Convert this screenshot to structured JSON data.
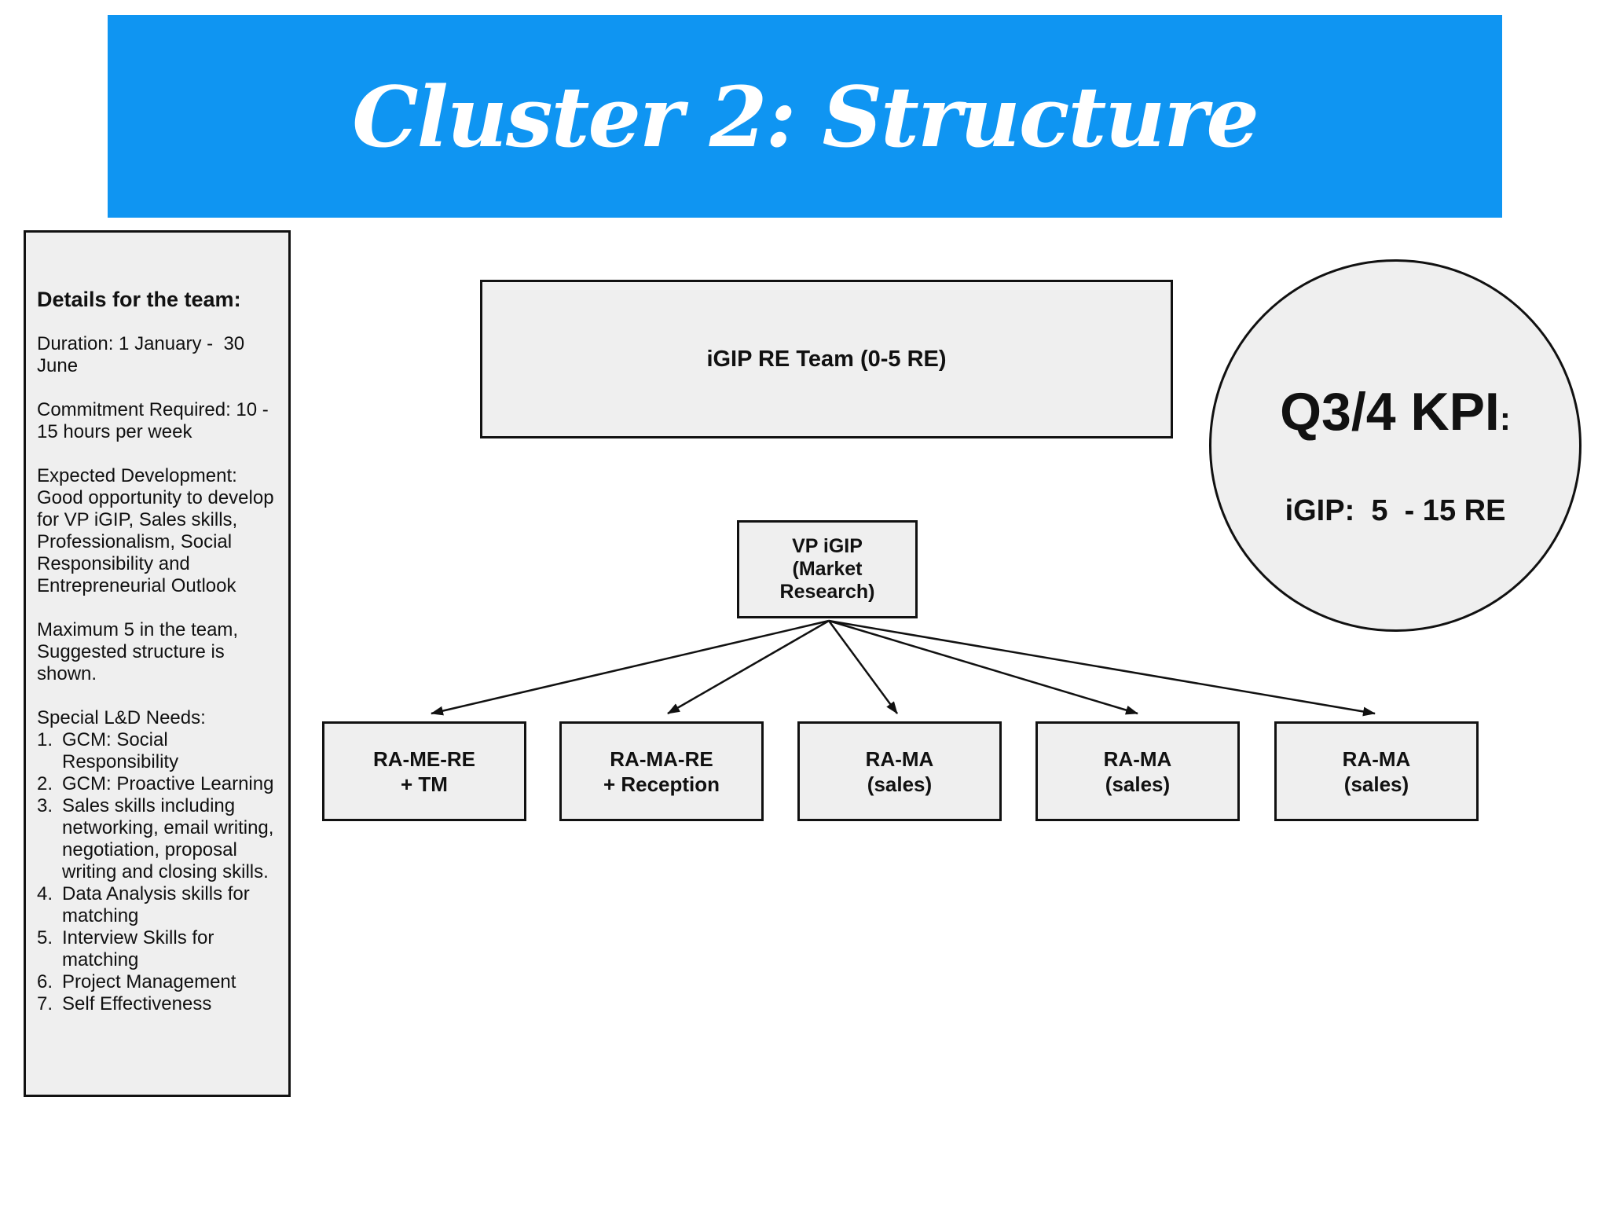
{
  "header": {
    "title": "Cluster 2: Structure"
  },
  "sidebar": {
    "title": "Details for the team:",
    "paragraphs": [
      "Duration: 1 January -  30 June",
      "Commitment Required: 10 - 15 hours per week",
      "Expected Development: Good opportunity to develop for VP iGIP, Sales skills, Professionalism, Social Responsibility and Entrepreneurial Outlook",
      "Maximum 5 in the team, Suggested structure is shown.",
      "Special L&D Needs:"
    ],
    "list": [
      {
        "num": "1.",
        "text": "GCM: Social Responsibility"
      },
      {
        "num": "2.",
        "text": "GCM: Proactive Learning"
      },
      {
        "num": "3.",
        "text": "Sales skills including networking, email writing, negotiation, proposal writing and closing skills."
      },
      {
        "num": "4.",
        "text": "Data Analysis skills for matching"
      },
      {
        "num": "5.",
        "text": "Interview Skills for matching"
      },
      {
        "num": "6.",
        "text": "Project Management"
      },
      {
        "num": "7.",
        "text": "Self Effectiveness"
      }
    ]
  },
  "diagram": {
    "team_box": "iGIP RE Team (0-5 RE)",
    "vp_box": "VP iGIP\n(Market\nResearch)",
    "children": [
      "RA-ME-RE\n+ TM",
      "RA-MA-RE\n+ Reception",
      "RA-MA\n(sales)",
      "RA-MA\n(sales)",
      "RA-MA\n(sales)"
    ]
  },
  "kpi": {
    "title": "Q3/4 KPI",
    "colon": ":",
    "value": "iGIP:  5  - 15 RE"
  },
  "colors": {
    "banner_blue": "#0f95f2",
    "box_fill": "#efefef",
    "line_black": "#111111",
    "title_text": "#ffffff"
  }
}
